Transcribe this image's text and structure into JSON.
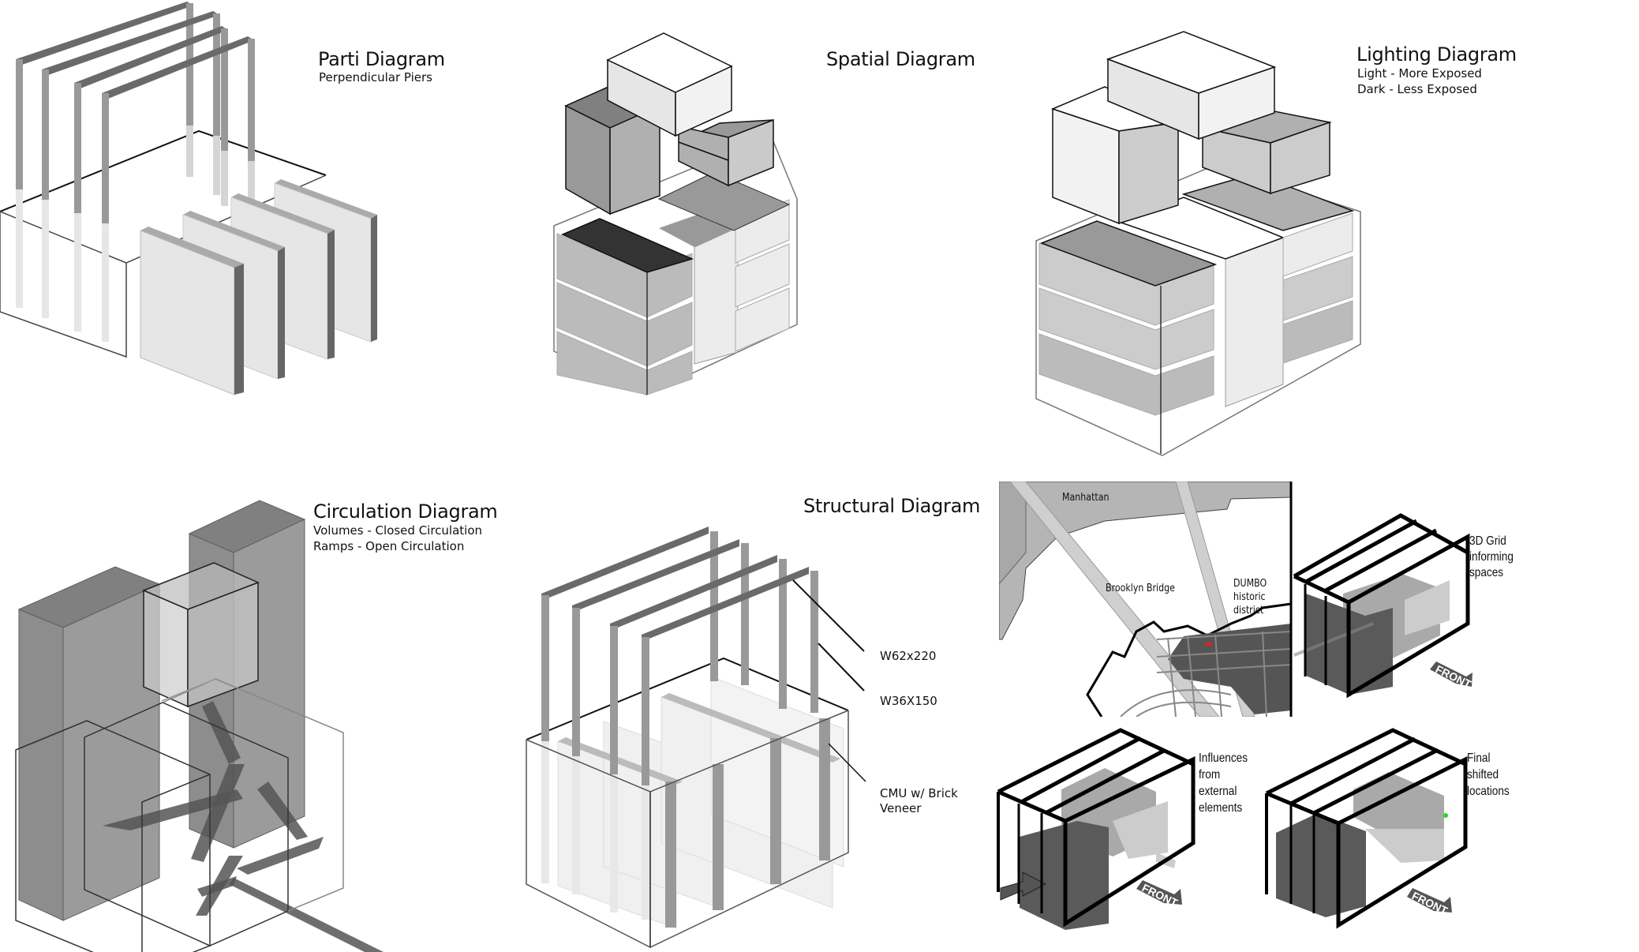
{
  "panels": {
    "parti": {
      "title": "Parti Diagram",
      "subtitle": "Perpendicular Piers"
    },
    "spatial": {
      "title": "Spatial Diagram"
    },
    "lighting": {
      "title": "Lighting Diagram",
      "legend": [
        "Light - More Exposed",
        "Dark - Less Exposed"
      ]
    },
    "circulation": {
      "title": "Circulation Diagram",
      "legend": [
        "Volumes - Closed Circulation",
        "Ramps - Open Circulation"
      ]
    },
    "structural": {
      "title": "Structural Diagram",
      "callouts": [
        "W62x220",
        "W36X150",
        "CMU w/ Brick",
        "Veneer"
      ]
    },
    "site_map": {
      "labels": {
        "manhattan": "Manhattan",
        "bridge": "Brooklyn Bridge",
        "dumbo_1": "DUMBO",
        "dumbo_2": "historic",
        "dumbo_3": "district"
      }
    },
    "grid_studies": [
      {
        "note": [
          "3D Grid",
          "informing",
          "spaces"
        ],
        "arrow": "FRONT"
      },
      {
        "note": [
          "Influences",
          "from",
          "external",
          "elements"
        ],
        "arrow": "FRONT"
      },
      {
        "note": [
          "Final",
          "shifted",
          "locations"
        ],
        "arrow": "FRONT"
      }
    ]
  },
  "colors": {
    "ink": "#000000",
    "site_marker": "#e02020",
    "node_marker": "#22dd22"
  }
}
